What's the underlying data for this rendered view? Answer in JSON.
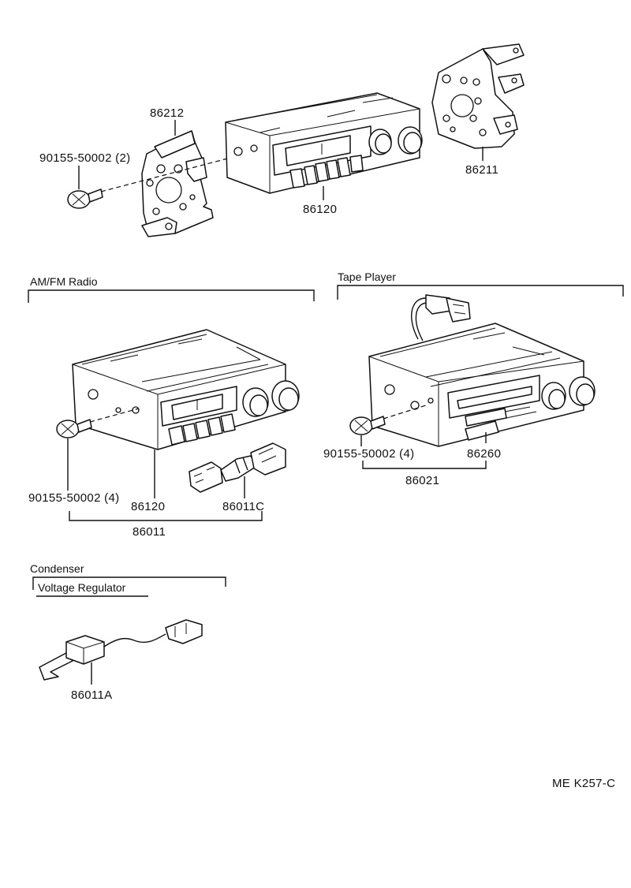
{
  "labels": {
    "top_bracket_left": "86212",
    "top_bolt": "90155-50002 (2)",
    "top_radio": "86120",
    "top_bracket_right": "86211",
    "amfm_bolt": "90155-50002 (4)",
    "amfm_radio": "86120",
    "amfm_connector": "86011C",
    "amfm_assembly": "86011",
    "tape_bolt": "90155-50002 (4)",
    "tape_deck": "86260",
    "tape_assembly": "86021",
    "condenser_part": "86011A"
  },
  "sections": {
    "amfm": "AM/FM Radio",
    "tape": "Tape Player",
    "condenser": "Condenser",
    "voltage_regulator": "Voltage Regulator"
  },
  "reference_code": "ME K257-C"
}
